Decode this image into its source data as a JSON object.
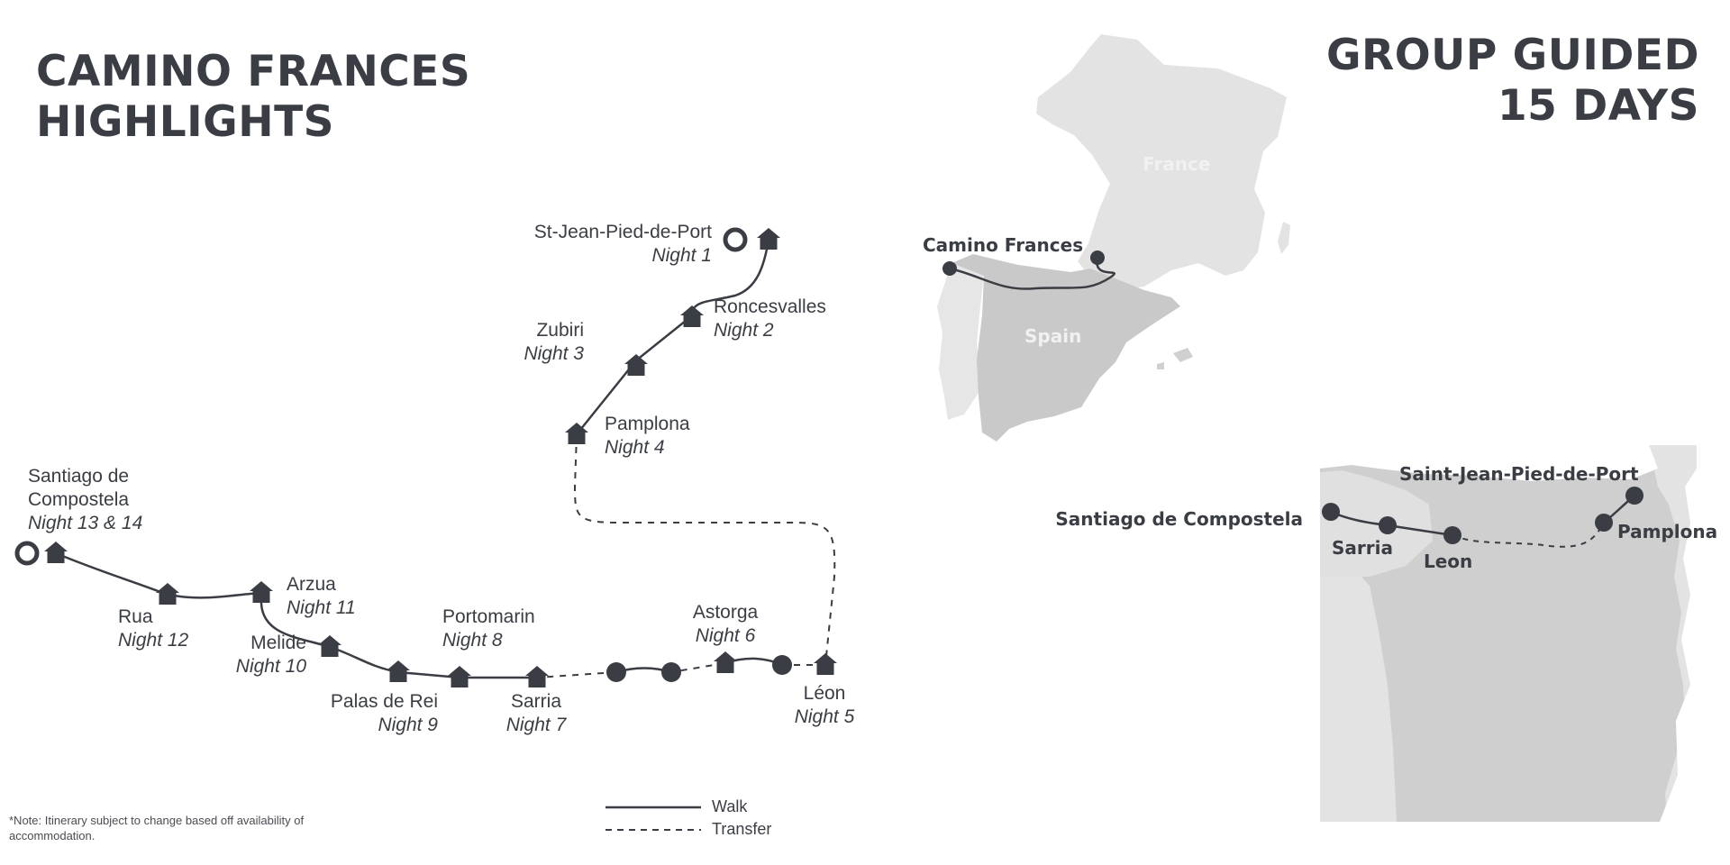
{
  "header": {
    "title_line1": "CAMINO FRANCES",
    "title_line2": "HIGHLIGHTS",
    "tour_line1": "GROUP GUIDED",
    "tour_line2": "15 DAYS"
  },
  "route": {
    "stops": [
      {
        "name": "St-Jean-Pied-de-Port",
        "night": "Night 1"
      },
      {
        "name": "Roncesvalles",
        "night": "Night 2"
      },
      {
        "name": "Zubiri",
        "night": "Night 3"
      },
      {
        "name": "Pamplona",
        "night": "Night 4"
      },
      {
        "name": "Léon",
        "night": "Night 5"
      },
      {
        "name": "Astorga",
        "night": "Night 6"
      },
      {
        "name": "Sarria",
        "night": "Night 7"
      },
      {
        "name": "Portomarin",
        "night": "Night 8"
      },
      {
        "name": "Palas de Rei",
        "night": "Night 9"
      },
      {
        "name": "Melide",
        "night": "Night 10"
      },
      {
        "name": "Arzua",
        "night": "Night 11"
      },
      {
        "name": "Rua",
        "night": "Night 12"
      },
      {
        "name": "Santiago de",
        "name2": "Compostela",
        "night": "Night 13 & 14"
      }
    ]
  },
  "overview_map": {
    "countries": [
      "France",
      "Spain"
    ],
    "route_label": "Camino Frances"
  },
  "detail_map": {
    "labels": [
      "Saint-Jean-Pied-de-Port",
      "Santiago de Compostela",
      "Sarria",
      "Leon",
      "Pamplona"
    ]
  },
  "legend": {
    "walk": "Walk",
    "transfer": "Transfer"
  },
  "note": "*Note: Itinerary  subject to change based off availability of accommodation.",
  "colors": {
    "ink": "#3a3d43",
    "land_light": "#e3e3e3",
    "land_mid": "#d0d0d0",
    "land_dark": "#c4c4c4"
  }
}
